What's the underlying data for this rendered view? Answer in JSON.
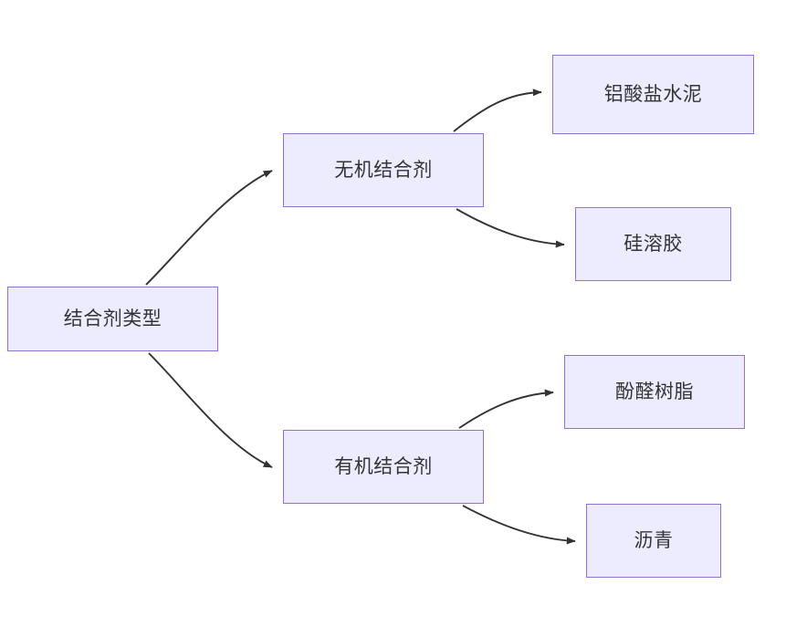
{
  "diagram": {
    "type": "flowchart",
    "orientation": "left-to-right",
    "colors": {
      "node_fill": "#ececfe",
      "node_border": "#9370db",
      "node_text": "#333333",
      "edge_stroke": "#333333",
      "background": "#ffffff"
    },
    "nodes": [
      {
        "id": "root",
        "label": "结合剂类型",
        "level": 0
      },
      {
        "id": "inorganic",
        "label": "无机结合剂",
        "level": 1
      },
      {
        "id": "organic",
        "label": "有机结合剂",
        "level": 1
      },
      {
        "id": "aluminate",
        "label": "铝酸盐水泥",
        "level": 2
      },
      {
        "id": "silicasol",
        "label": "硅溶胶",
        "level": 2
      },
      {
        "id": "phenolic",
        "label": "酚醛树脂",
        "level": 2
      },
      {
        "id": "bitumen",
        "label": "沥青",
        "level": 2
      }
    ],
    "edges": [
      {
        "from": "root",
        "to": "inorganic",
        "label": ""
      },
      {
        "from": "root",
        "to": "organic",
        "label": ""
      },
      {
        "from": "inorganic",
        "to": "aluminate",
        "label": ""
      },
      {
        "from": "inorganic",
        "to": "silicasol",
        "label": ""
      },
      {
        "from": "organic",
        "to": "phenolic",
        "label": ""
      },
      {
        "from": "organic",
        "to": "bitumen",
        "label": ""
      }
    ]
  }
}
